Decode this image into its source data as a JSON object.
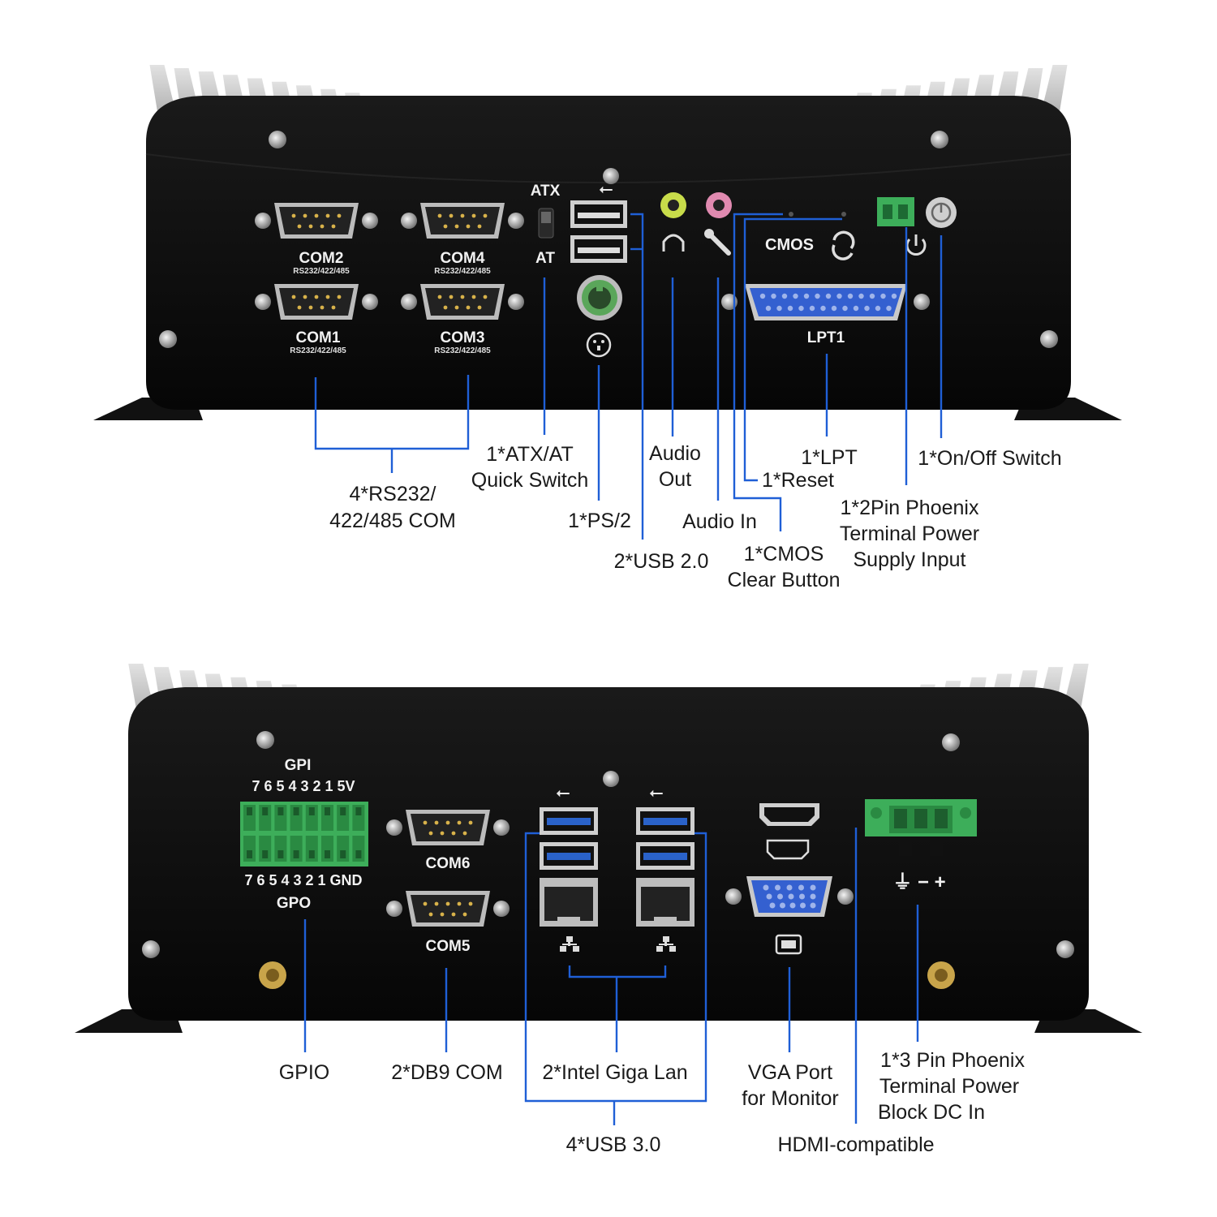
{
  "top_panel": {
    "ports": {
      "com2": "COM2",
      "com4": "COM4",
      "com1": "COM1",
      "com3": "COM3",
      "com_sub": "RS232/422/485",
      "atx": "ATX",
      "at": "AT",
      "cmos": "CMOS",
      "lpt1": "LPT1"
    },
    "callouts": {
      "rs232_1": "4*RS232/",
      "rs232_2": "422/485 COM",
      "atx_1": "1*ATX/AT",
      "atx_2": "Quick Switch",
      "ps2": "1*PS/2",
      "usb2": "2*USB 2.0",
      "audio_out_1": "Audio",
      "audio_out_2": "Out",
      "audio_in": "Audio In",
      "cmos_1": "1*CMOS",
      "cmos_2": "Clear Button",
      "reset": "1*Reset",
      "lpt": "1*LPT",
      "phoenix2_1": "1*2Pin Phoenix",
      "phoenix2_2": "Terminal  Power",
      "phoenix2_3": "Supply Input",
      "onoff": "1*On/Off Switch"
    }
  },
  "bottom_panel": {
    "ports": {
      "gpi": "GPI",
      "gpi_pins": "7 6 5 4 3 2 1 5V",
      "gpo_pins": "7 6 5 4 3 2 1 GND",
      "gpo": "GPO",
      "com6": "COM6",
      "com5": "COM5",
      "power_symbols": "⏚ − +"
    },
    "callouts": {
      "gpio": "GPIO",
      "db9": "2*DB9 COM",
      "lan": "2*Intel Giga Lan",
      "usb3": "4*USB 3.0",
      "vga_1": "VGA Port",
      "vga_2": "for Monitor",
      "hdmi": "HDMI-compatible",
      "phoenix3_1": "1*3 Pin Phoenix",
      "phoenix3_2": "Terminal Power",
      "phoenix3_3": "Block DC In"
    }
  },
  "colors": {
    "chassis": "#0d0d0d",
    "fin_light": "#cfcfcf",
    "leader": "#1f5fd6",
    "terminal_green": "#3dae5a",
    "usb3_blue": "#2a62c9",
    "lpt_blue": "#3460d0",
    "audio_green": "#c8dc4a",
    "audio_pink": "#e08ab0"
  }
}
